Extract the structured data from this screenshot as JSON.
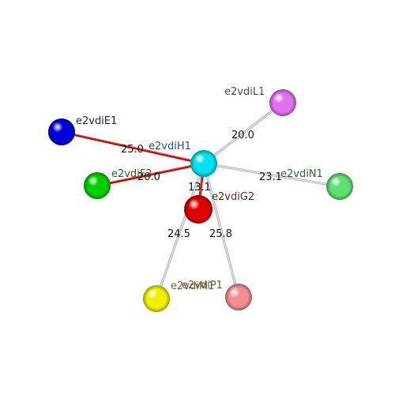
{
  "nodes": [
    {
      "id": "H1",
      "label": "e2vdiH1",
      "color": "#00e0f0",
      "label_color": "#1f5a63"
    },
    {
      "id": "E1",
      "label": "e2vdiE1",
      "color": "#0000d8",
      "label_color": "#202050"
    },
    {
      "id": "F2",
      "label": "e2vdiF2",
      "color": "#00d000",
      "label_color": "#2d5a2d"
    },
    {
      "id": "L1",
      "label": "e2vdiL1",
      "color": "#e070f0",
      "label_color": "#5a405a"
    },
    {
      "id": "N1",
      "label": "e2vdiN1",
      "color": "#60e070",
      "label_color": "#3a5a3a"
    },
    {
      "id": "G2",
      "label": "e2vdiG2",
      "color": "#e00000",
      "label_color": "#5a2a2a"
    },
    {
      "id": "M1",
      "label": "e2vdiM1",
      "color": "#f0f000",
      "label_color": "#6a6a30"
    },
    {
      "id": "P1",
      "label": "e2vdiP1",
      "color": "#f09090",
      "label_color": "#6a5a40"
    }
  ],
  "edges": [
    {
      "from": "H1",
      "to": "E1",
      "value": "25.0",
      "style": "red"
    },
    {
      "from": "H1",
      "to": "F2",
      "value": "20.0",
      "style": "red"
    },
    {
      "from": "H1",
      "to": "G2",
      "value": "13.1",
      "style": "red"
    },
    {
      "from": "H1",
      "to": "L1",
      "value": "20.0",
      "style": "grey"
    },
    {
      "from": "H1",
      "to": "N1",
      "value": "23.1",
      "style": "grey"
    },
    {
      "from": "H1",
      "to": "M1",
      "value": "24.5",
      "style": "grey"
    },
    {
      "from": "H1",
      "to": "P1",
      "value": "25.8",
      "style": "grey"
    }
  ]
}
